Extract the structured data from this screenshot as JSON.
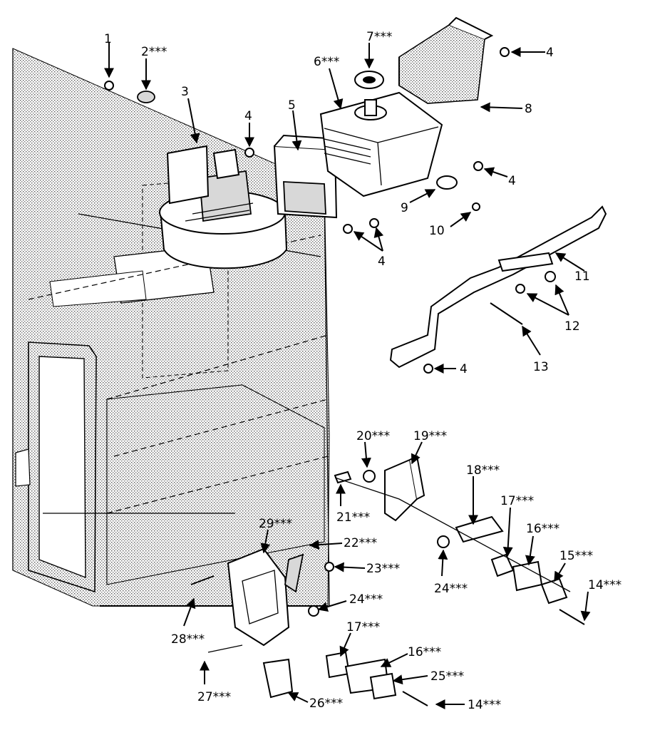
{
  "diagram": {
    "type": "exploded-parts-diagram",
    "callouts": {
      "c1": "1",
      "c2": "2***",
      "c3": "3",
      "c4a": "4",
      "c4b": "4",
      "c4c": "4",
      "c4d": "4",
      "c4e": "4",
      "c5": "5",
      "c6": "6***",
      "c7": "7***",
      "c8": "8",
      "c9": "9",
      "c10": "10",
      "c11": "11",
      "c12": "12",
      "c13": "13",
      "c14a": "14***",
      "c14b": "14***",
      "c15": "15***",
      "c16a": "16***",
      "c16b": "16***",
      "c17a": "17***",
      "c17b": "17***",
      "c18": "18***",
      "c19": "19***",
      "c20": "20***",
      "c21": "21***",
      "c22": "22***",
      "c23": "23***",
      "c24a": "24***",
      "c24b": "24***",
      "c25": "25***",
      "c26": "26***",
      "c27": "27***",
      "c28": "28***",
      "c29": "29***"
    }
  }
}
